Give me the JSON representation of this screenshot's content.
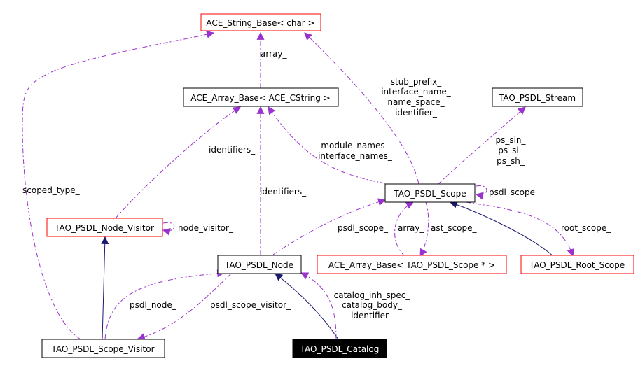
{
  "colors": {
    "usage_edge": "#9a32cd",
    "inheritance_edge": "#191970",
    "node_border_documented": "#ff0000",
    "node_border_plain": "#000000",
    "focus_node_fill": "#000000",
    "focus_node_text": "#ffffff"
  },
  "nodes": {
    "ace_string_base": "ACE_String_Base< char >",
    "ace_array_base_cstring": "ACE_Array_Base< ACE_CString >",
    "tao_psdl_stream": "TAO_PSDL_Stream",
    "tao_psdl_scope": "TAO_PSDL_Scope",
    "tao_psdl_node_visitor": "TAO_PSDL_Node_Visitor",
    "tao_psdl_node": "TAO_PSDL_Node",
    "ace_array_base_scope": "ACE_Array_Base< TAO_PSDL_Scope * >",
    "tao_psdl_root_scope": "TAO_PSDL_Root_Scope",
    "tao_psdl_scope_visitor": "TAO_PSDL_Scope_Visitor",
    "tao_psdl_catalog": "TAO_PSDL_Catalog"
  },
  "edge_labels": {
    "array": "array_",
    "stub_prefix": "stub_prefix_",
    "interface_name": "interface_name_",
    "name_space": "name_space_",
    "identifier_scope": "identifier_",
    "identifiers_visitor": "identifiers_",
    "module_names": "module_names_",
    "interface_names": "interface_names_",
    "ps_sin": "ps_sin_",
    "ps_si": "ps_si_",
    "ps_sh": "ps_sh_",
    "scoped_type": "scoped_type_",
    "identifiers_node": "identifiers_",
    "psdl_scope_self": "psdl_scope_",
    "node_visitor": "node_visitor_",
    "psdl_scope_node": "psdl_scope_",
    "array_scope": "array_",
    "ast_scope": "ast_scope_",
    "root_scope": "root_scope_",
    "psdl_node": "psdl_node_",
    "psdl_scope_visitor": "psdl_scope_visitor_",
    "catalog_inh_spec": "catalog_inh_spec_",
    "catalog_body": "catalog_body_",
    "identifier_catalog": "identifier_"
  }
}
